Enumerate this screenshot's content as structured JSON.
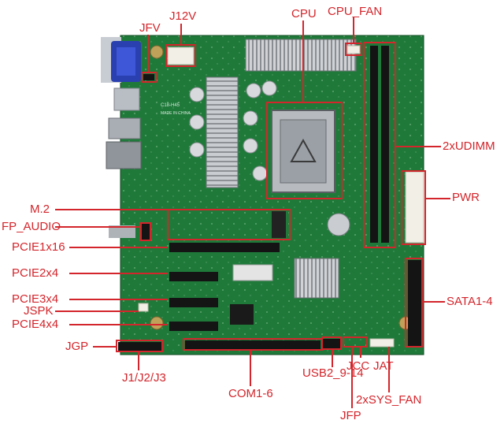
{
  "labels": {
    "jfv": "JFV",
    "j12v": "J12V",
    "cpu": "CPU",
    "cpu_fan": "CPU_FAN",
    "udimm": "2xUDIMM",
    "pwr": "PWR",
    "m2": "M.2",
    "fp_audio": "FP_AUDIO",
    "pcie1": "PCIE1x16",
    "pcie2": "PCIE2x4",
    "pcie3": "PCIE3x4",
    "jspk": "JSPK",
    "pcie4": "PCIE4x4",
    "sata": "SATA1-4",
    "jgp": "JGP",
    "j123": "J1/J2/J3",
    "com": "COM1-6",
    "usb2": "USB2_9-14",
    "jcc": "JCC",
    "jat": "JAT",
    "sysfan": "2xSYS_FAN",
    "jfp": "JFP"
  },
  "board_print": {
    "silk": "C18-H45",
    "made": "MADE IN CHINA"
  },
  "colors": {
    "callout": "#d3252b",
    "pcb": "#1f7a3a",
    "pcb_dark": "#145a28",
    "slot": "#141414"
  }
}
